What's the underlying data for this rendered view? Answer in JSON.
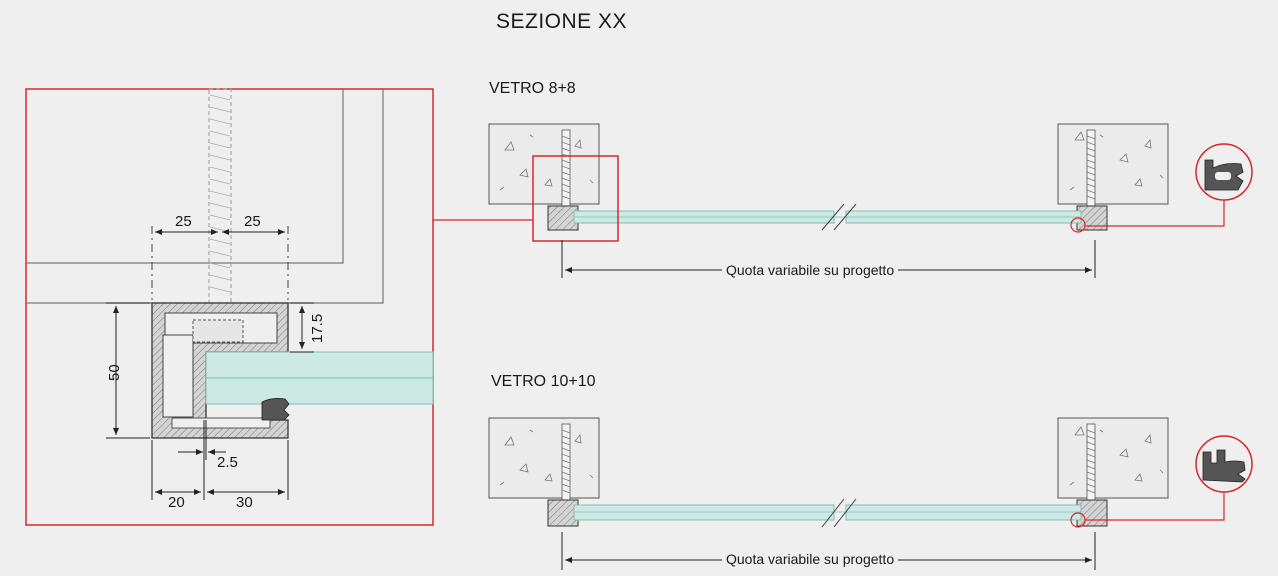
{
  "section_title": "SEZIONE  XX",
  "glass_1": {
    "title": "VETRO 8+8",
    "span_label": "Quota variabile su progetto"
  },
  "glass_2": {
    "title": "VETRO 10+10",
    "span_label": "Quota variabile su progetto"
  },
  "detail_dimensions": {
    "left_offset": "25",
    "right_offset": "25",
    "height": "50",
    "glass_seat": "17.5",
    "gap": "2.5",
    "bottom_left": "20",
    "bottom_right": "30"
  },
  "colors": {
    "background": "#efefef",
    "highlight": "#d42a2a",
    "glass": "#cde9e3",
    "glass_edge": "#7fbfb1",
    "profile": "#d0d0d0",
    "concrete": "#ebebeb"
  }
}
